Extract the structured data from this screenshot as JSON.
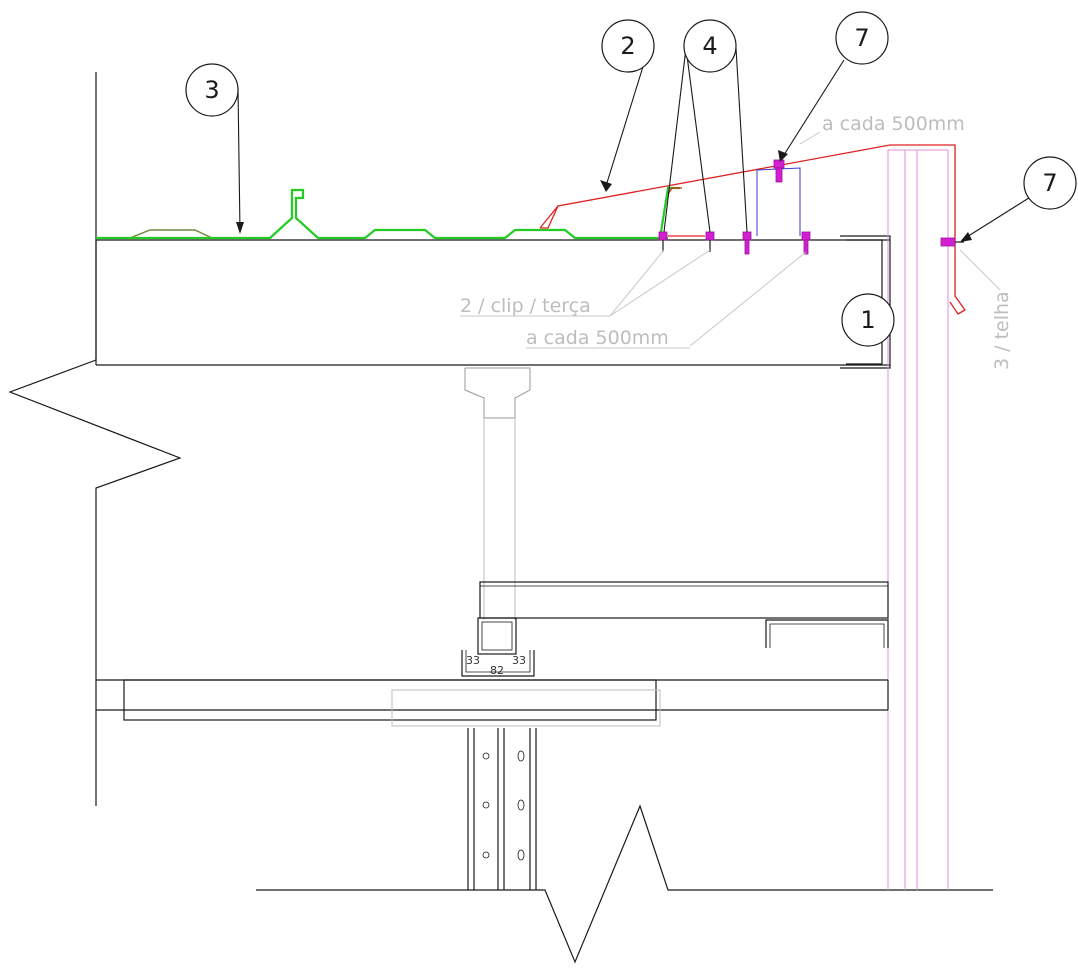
{
  "callouts": {
    "c1": "1",
    "c2": "2",
    "c3": "3",
    "c4": "4",
    "c7a": "7",
    "c7b": "7"
  },
  "notes": {
    "every_500_top": "a cada 500mm",
    "clip_per_purlin": "2 / clip / terça",
    "every_500_bottom": "a cada 500mm",
    "per_tile": "3 / telha"
  },
  "dimensions": {
    "left": "33",
    "right": "33",
    "width": "82"
  },
  "colors": {
    "panel": "#22cc22",
    "flashing": "#e02020",
    "fastener": "#d020d0",
    "cladding": "#e08ee0",
    "notes": "#bdbdbd"
  }
}
